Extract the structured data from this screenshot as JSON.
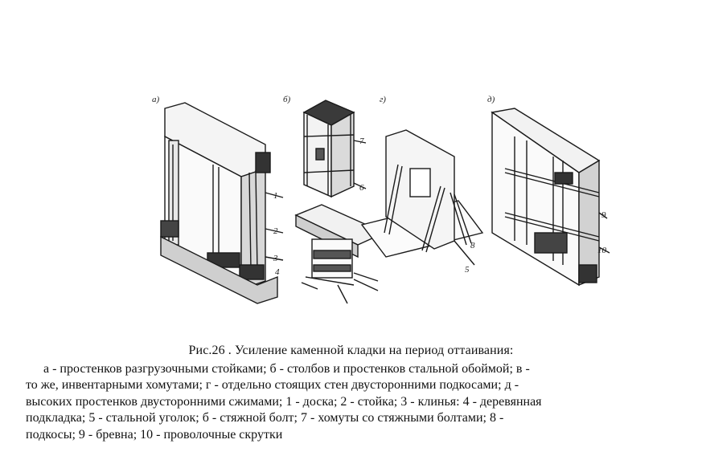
{
  "figure": {
    "panel_labels": [
      "а)",
      "б)",
      "г)",
      "д)"
    ],
    "callouts": [
      "1",
      "2",
      "3",
      "4",
      "5",
      "6",
      "7",
      "8",
      "9",
      "10"
    ]
  },
  "caption": {
    "title": "Рис.26 . Усиление каменной кладки на период оттаивания:",
    "lines": [
      "а - простенков разгрузочными стойками; б - столбов и простенков стальной обоймой; в -",
      "то же, инвентарными хомутами; г - отдельно стоящих стен двусторонними подкосами; д -",
      "высоких простенков двусторонними сжимами; 1 - доска; 2 - стойка; 3 - клинья: 4 - деревянная",
      "подкладка; 5 - стальной уголок; б - стяжной болт; 7 - хомуты со стяжными болтами; 8 -",
      "подкосы; 9 - бревна; 10 - проволочные скрутки"
    ]
  }
}
